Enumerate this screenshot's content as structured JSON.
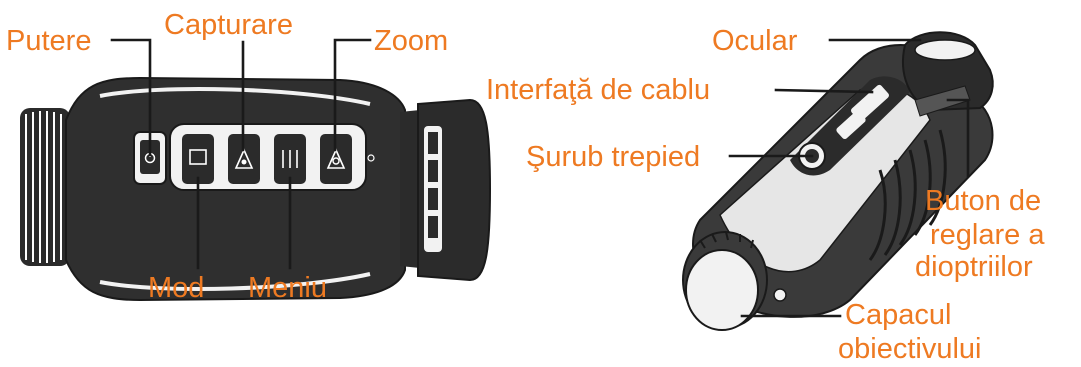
{
  "colors": {
    "label": "#ee7a22",
    "line": "#1a1a1a",
    "device": "#2b2b2b",
    "accent": "#f2f2f2"
  },
  "left_view": {
    "labels": {
      "power": "Putere",
      "capture": "Capturare",
      "zoom": "Zoom",
      "mode": "Mod",
      "menu": "Meniu"
    }
  },
  "right_view": {
    "labels": {
      "eyepiece": "Ocular",
      "cable_interface": "Interfaţă de cablu",
      "tripod_screw": "Şurub trepied",
      "diopter_line1": "Buton de",
      "diopter_line2": "reglare a",
      "diopter_line3": "dioptriilor",
      "lens_cap_line1": "Capacul",
      "lens_cap_line2": "obiectivului"
    }
  },
  "icons": {
    "power_button": "power-icon",
    "mode_button": "mode-icon",
    "capture_button": "camera-icon",
    "menu_button": "menu-icon",
    "zoom_button": "zoom-icon"
  }
}
